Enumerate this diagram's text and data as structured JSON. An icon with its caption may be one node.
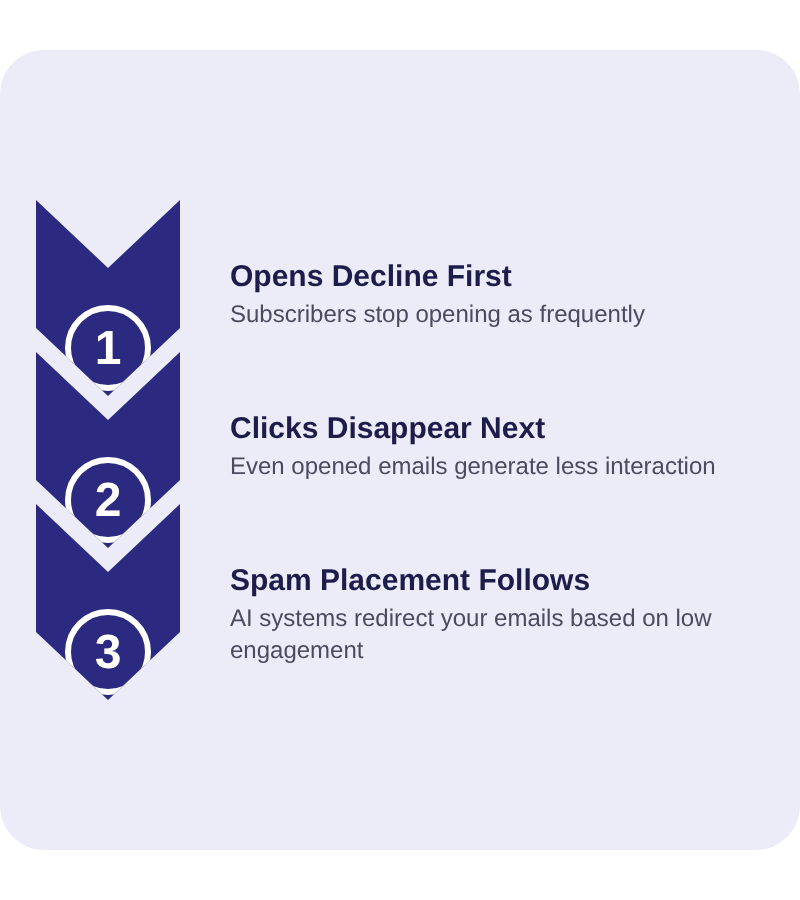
{
  "diagram": {
    "nodes": [
      {
        "text": [
          "1"
        ],
        "beside": [
          "Opens Decline First",
          "Subscribers stop opening as frequently"
        ]
      },
      {
        "text": [
          "2"
        ],
        "beside": [
          "Clicks Disappear Next",
          "Even opened emails generate less interaction"
        ]
      },
      {
        "text": [
          "3"
        ],
        "beside": [
          "Spam Placement Follows",
          "AI systems redirect your emails based on low engagement"
        ]
      }
    ]
  }
}
